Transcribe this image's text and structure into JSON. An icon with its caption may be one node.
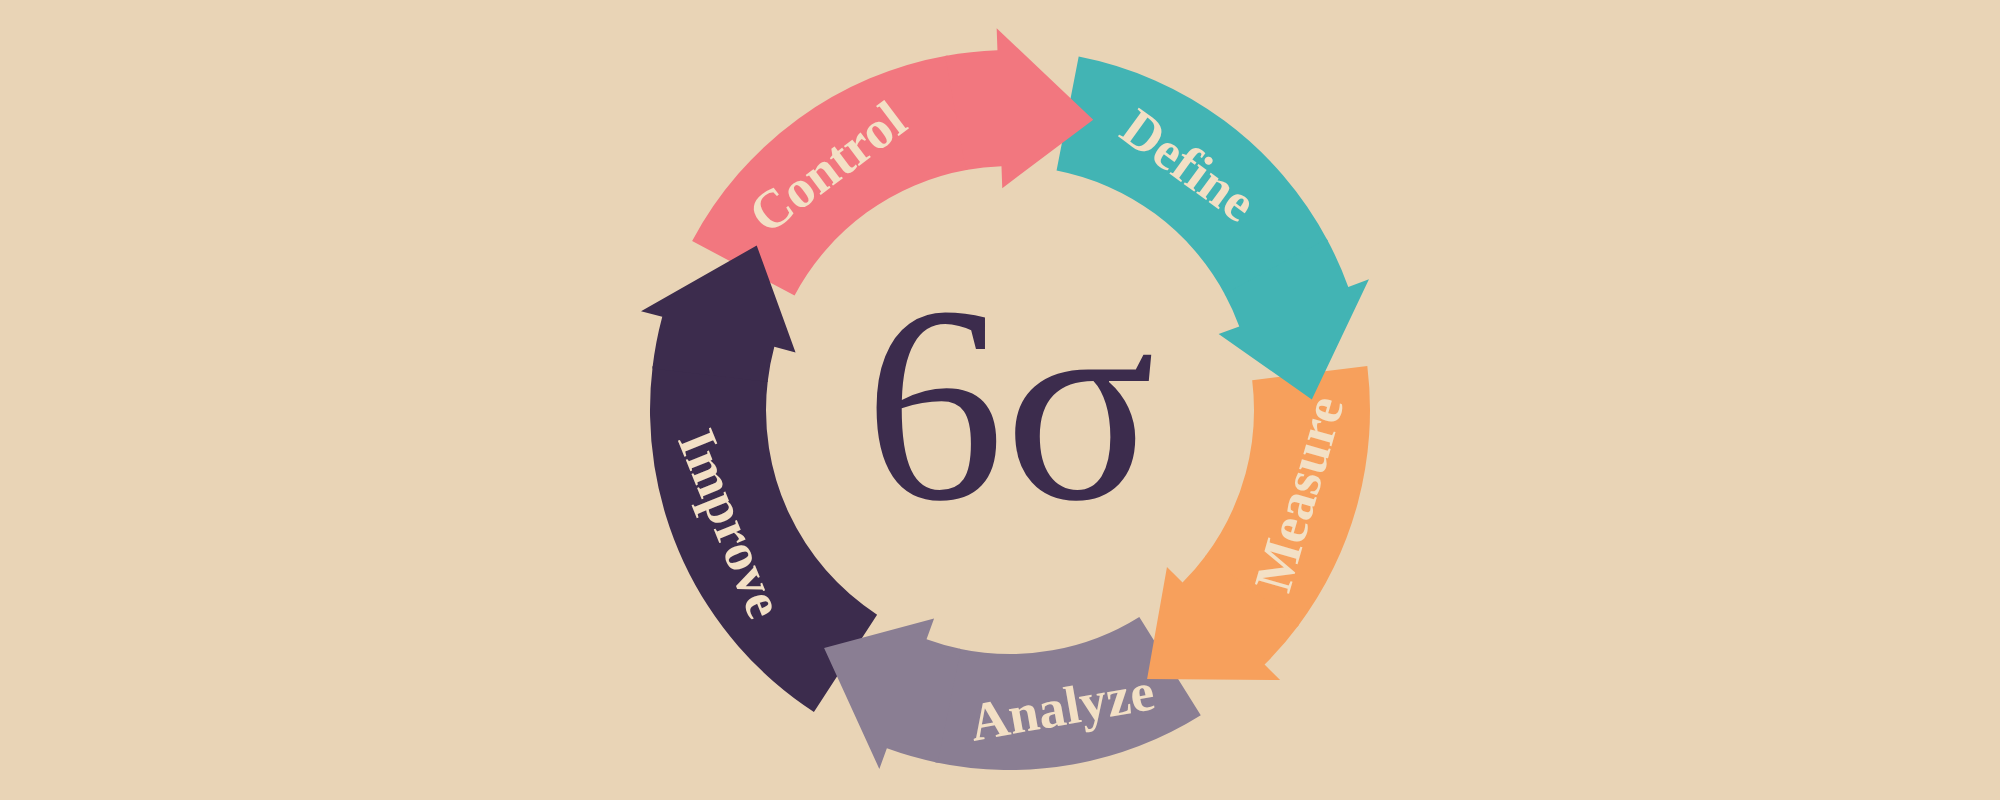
{
  "diagram": {
    "nodes": [
      {
        "text": [
          "Define"
        ]
      },
      {
        "text": [
          "Measure"
        ]
      },
      {
        "text": [
          "Analyze"
        ]
      },
      {
        "text": [
          "Improve"
        ]
      },
      {
        "text": [
          "Control"
        ]
      }
    ],
    "edges": [
      {
        "from": 0,
        "to": 1,
        "arrow": "to",
        "color": "#42b4b4"
      },
      {
        "from": 1,
        "to": 2,
        "arrow": "to",
        "color": "#f7a05c"
      },
      {
        "from": 2,
        "to": 3,
        "arrow": "to",
        "color": "#8a7e93"
      },
      {
        "from": 3,
        "to": 4,
        "arrow": "to",
        "color": "#3c2c4d"
      },
      {
        "from": 4,
        "to": 0,
        "arrow": "to",
        "color": "#f2777f"
      }
    ],
    "labels": [
      "6σ"
    ]
  }
}
